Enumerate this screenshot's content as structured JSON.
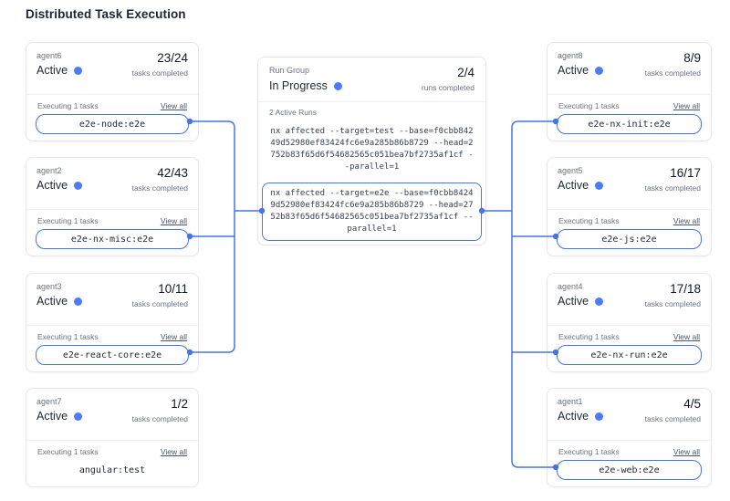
{
  "title": "Distributed Task Execution",
  "colors": {
    "accent_blue": "#4575e5",
    "status_dot_blue": "#4b7bf5",
    "card_border": "#e4e7ec",
    "muted_text": "#6b7280",
    "dark_text": "#1f2937"
  },
  "labels": {
    "executing": "Executing 1 tasks",
    "view_all": "View all",
    "tasks_caption": "tasks completed",
    "runs_caption": "runs completed"
  },
  "run_group": {
    "label": "Run Group",
    "status": "In Progress",
    "count": "2/4",
    "active_runs": "2 Active Runs",
    "runs": [
      {
        "command": "nx affected --target=test --base=f0cbb84249d52980ef83424fc6e9a285b86b8729 --head=2752b83f65d6f54682565c051bea7bf2735af1cf --parallel=1",
        "highlighted": false
      },
      {
        "command": "nx affected --target=e2e --base=f0cbb84249d52980ef83424fc6e9a285b86b8729 --head=2752b83f65d6f54682565c051bea7bf2735af1cf --parallel=1",
        "highlighted": true
      }
    ]
  },
  "agents": {
    "left": [
      {
        "name": "agent6",
        "status": "Active",
        "count": "23/24",
        "task": "e2e-node:e2e",
        "connected": true
      },
      {
        "name": "agent2",
        "status": "Active",
        "count": "42/43",
        "task": "e2e-nx-misc:e2e",
        "connected": true
      },
      {
        "name": "agent3",
        "status": "Active",
        "count": "10/11",
        "task": "e2e-react-core:e2e",
        "connected": true
      },
      {
        "name": "agent7",
        "status": "Active",
        "count": "1/2",
        "task": "angular:test",
        "connected": false
      }
    ],
    "right": [
      {
        "name": "agent8",
        "status": "Active",
        "count": "8/9",
        "task": "e2e-nx-init:e2e",
        "connected": true
      },
      {
        "name": "agent5",
        "status": "Active",
        "count": "16/17",
        "task": "e2e-js:e2e",
        "connected": true
      },
      {
        "name": "agent4",
        "status": "Active",
        "count": "17/18",
        "task": "e2e-nx-run:e2e",
        "connected": true
      },
      {
        "name": "agent1",
        "status": "Active",
        "count": "4/5",
        "task": "e2e-web:e2e",
        "connected": true
      }
    ]
  }
}
